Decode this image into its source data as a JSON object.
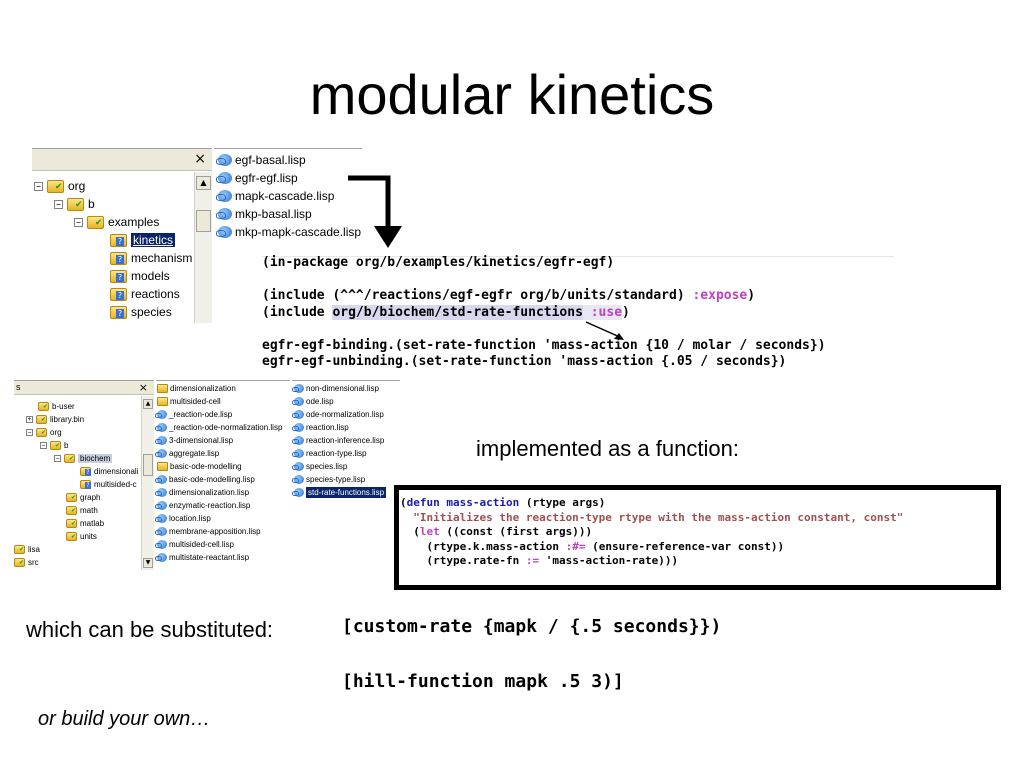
{
  "slide": {
    "title": "modular kinetics"
  },
  "explorer1": {
    "close": "×",
    "tree": [
      {
        "label": "org",
        "expander": "−",
        "icon": "check"
      },
      {
        "label": "b",
        "expander": "−",
        "icon": "check"
      },
      {
        "label": "examples",
        "expander": "−",
        "icon": "check"
      },
      {
        "label": "kinetics",
        "icon": "question",
        "selected": true
      },
      {
        "label": "mechanism",
        "icon": "question"
      },
      {
        "label": "models",
        "icon": "question"
      },
      {
        "label": "reactions",
        "icon": "question"
      },
      {
        "label": "species",
        "icon": "question"
      }
    ],
    "files": [
      "egf-basal.lisp",
      "egfr-egf.lisp",
      "mapk-cascade.lisp",
      "mkp-basal.lisp",
      "mkp-mapk-cascade.lisp"
    ]
  },
  "code1": {
    "line1": "(in-package org/b/examples/kinetics/egfr-egf)",
    "line2a": "(include (^^^/reactions/egf-egfr org/b/units/standard) ",
    "line2b": ":expose",
    "line2c": ")",
    "line3a": "(include ",
    "line3b": "org/b/biochem/std-rate-functions",
    "line3c": " ",
    "line3d": ":use",
    "line3e": ")",
    "line4": "egfr-egf-binding.(set-rate-function 'mass-action {10 / molar / seconds})",
    "line5": "egfr-egf-unbinding.(set-rate-function 'mass-action {.05 / seconds})"
  },
  "explorer2": {
    "header": "s",
    "close": "×",
    "tree": [
      {
        "label": "b-user",
        "icon": "check"
      },
      {
        "label": "library.bin",
        "expander": "+",
        "icon": "check"
      },
      {
        "label": "org",
        "expander": "−",
        "icon": "check"
      },
      {
        "label": "b",
        "expander": "−",
        "icon": "check"
      },
      {
        "label": "biochem",
        "expander": "−",
        "icon": "check",
        "selected": true
      },
      {
        "label": "dimensionali",
        "icon": "question"
      },
      {
        "label": "multisided-c",
        "icon": "question"
      },
      {
        "label": "graph",
        "icon": "check"
      },
      {
        "label": "math",
        "icon": "check"
      },
      {
        "label": "matlab",
        "icon": "check"
      },
      {
        "label": "units",
        "icon": "check"
      },
      {
        "label": "lisa",
        "icon": "check"
      },
      {
        "label": "src",
        "icon": "check"
      }
    ],
    "files_a": [
      "dimensionalization",
      "multisided-cell",
      "_reaction-ode.lisp",
      "_reaction-ode-normalization.lisp",
      "3-dimensional.lisp",
      "aggregate.lisp",
      "basic-ode-modelling",
      "basic-ode-modelling.lisp",
      "dimensionalization.lisp",
      "enzymatic-reaction.lisp",
      "location.lisp",
      "membrane-apposition.lisp",
      "multisided-cell.lisp",
      "multistate-reactant.lisp"
    ],
    "files_b": [
      "non-dimensional.lisp",
      "ode.lisp",
      "ode-normalization.lisp",
      "reaction.lisp",
      "reaction-inference.lisp",
      "reaction-type.lisp",
      "species.lisp",
      "species-type.lisp",
      "std-rate-functions.lisp"
    ]
  },
  "impl_label": "implemented as a function:",
  "code2": {
    "l1a": "(",
    "l1b": "defun",
    "l1c": " ",
    "l1d": "mass-action",
    "l1e": " (rtype args)",
    "l2": "  \"Initializes the reaction-type rtype with the mass-action constant, const\"",
    "l3a": "  (",
    "l3b": "let",
    "l3c": " ((const (first args)))",
    "l4a": "    (rtype.k.mass-action ",
    "l4b": ":#=",
    "l4c": " (ensure-reference-var const))",
    "l5a": "    (rtype.rate-fn ",
    "l5b": ":=",
    "l5c": " 'mass-action-rate)))"
  },
  "subst_label": "which can be substituted:",
  "code3": "[custom-rate {mapk / {.5 seconds}})",
  "code4": "[hill-function mapk .5 3)]",
  "own_label": "or build your own…",
  "colors": {
    "keyword": "#c040c0",
    "defun": "#1a1ab0",
    "string": "#a05050",
    "highlight": "#d7d7ef"
  }
}
